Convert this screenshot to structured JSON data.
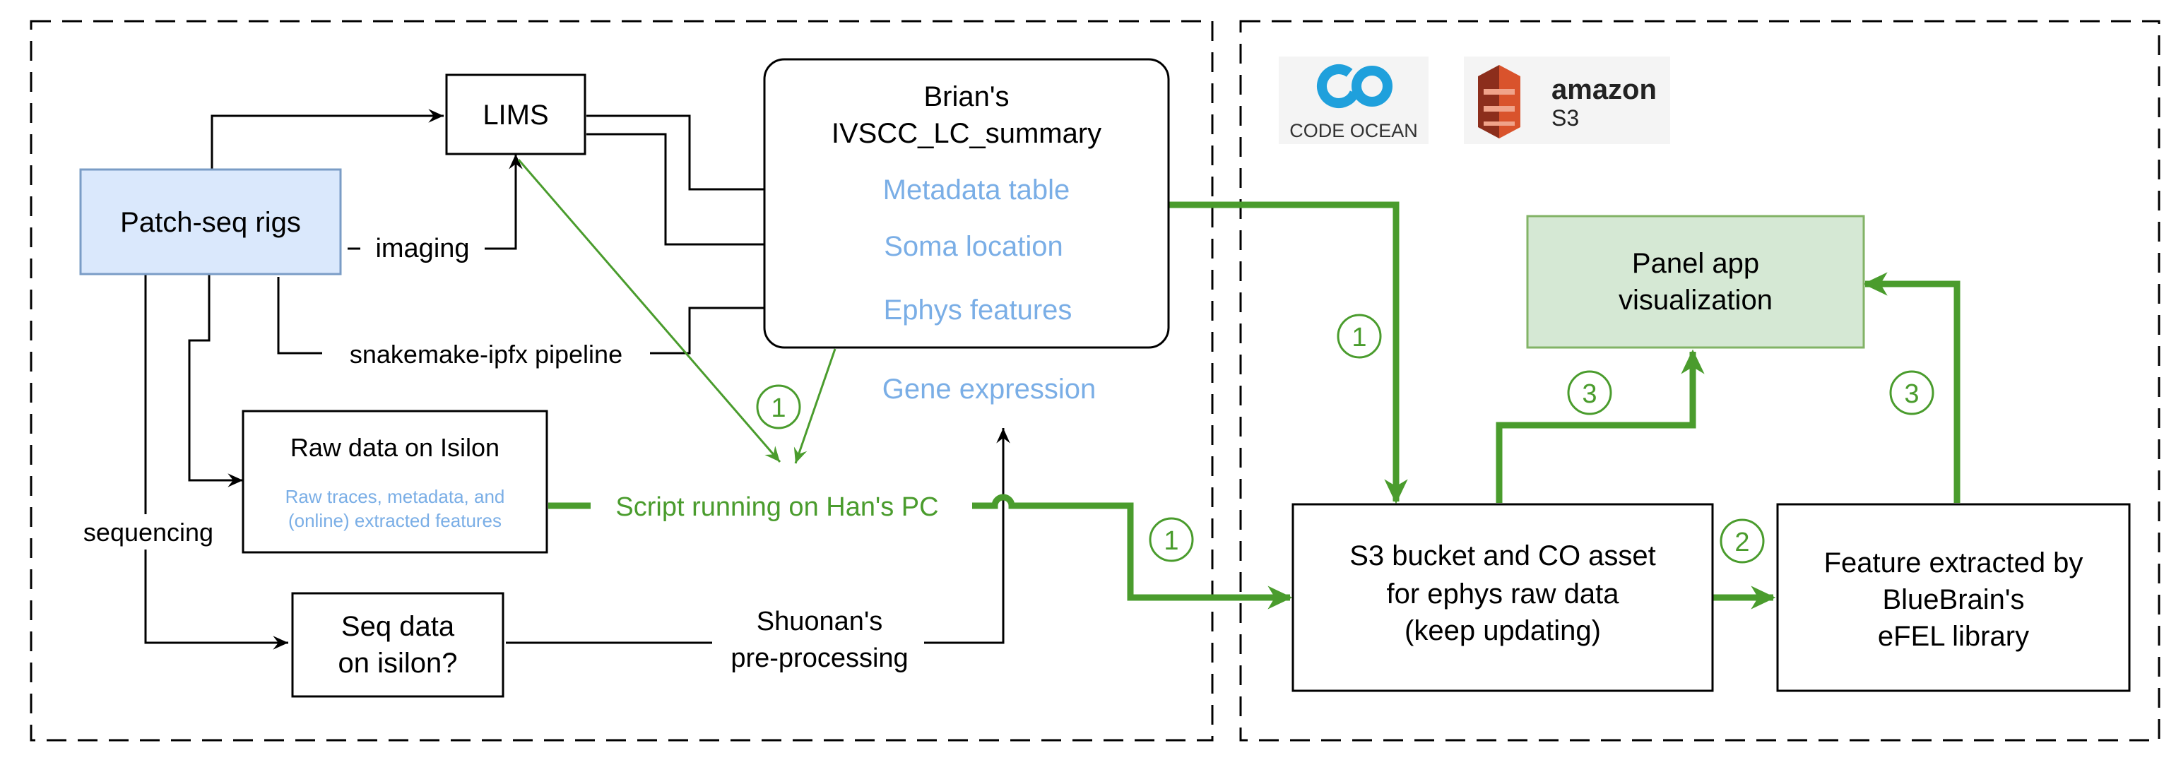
{
  "colors": {
    "black": "#000000",
    "green": "#4a9c2d",
    "blue_text": "#7aaee6",
    "blue_fill": "#dae8fc",
    "blue_stroke": "#7a9cc6",
    "panel_fill": "#d5e8d4",
    "panel_stroke": "#82b366",
    "co_blue": "#1fa0dc",
    "s3_orange": "#d9532c",
    "logo_bg": "#f4f4f4"
  },
  "nodes": {
    "patch_seq_rigs": "Patch-seq rigs",
    "lims": "LIMS",
    "summary_title_1": "Brian's",
    "summary_title_2": "IVSCC_LC_summary",
    "metadata_table": "Metadata table",
    "soma_location": "Soma location",
    "ephys_features": "Ephys features",
    "gene_expression": "Gene expression",
    "raw_data_title": "Raw data on Isilon",
    "raw_data_sub_1": "Raw traces, metadata, and",
    "raw_data_sub_2": "(online) extracted features",
    "seq_data_1": "Seq data",
    "seq_data_2": "on isilon?",
    "script_label": "Script running on Han's PC",
    "panel_app_1": "Panel app",
    "panel_app_2": "visualization",
    "s3_bucket_1": "S3 bucket and CO asset",
    "s3_bucket_2": "for ephys raw data",
    "s3_bucket_3": "(keep updating)",
    "efel_1": "Feature extracted by",
    "efel_2": "BlueBrain's",
    "efel_3": "eFEL library"
  },
  "edge_labels": {
    "imaging": "imaging",
    "snakemake": "snakemake-ipfx pipeline",
    "sequencing": "sequencing",
    "preproc_1": "Shuonan's",
    "preproc_2": "pre-processing"
  },
  "step_markers": {
    "step_1": "1",
    "step_2": "2",
    "step_3": "3"
  },
  "logos": {
    "code_ocean": "CODE OCEAN",
    "amazon": "amazon",
    "s3": "S3"
  }
}
